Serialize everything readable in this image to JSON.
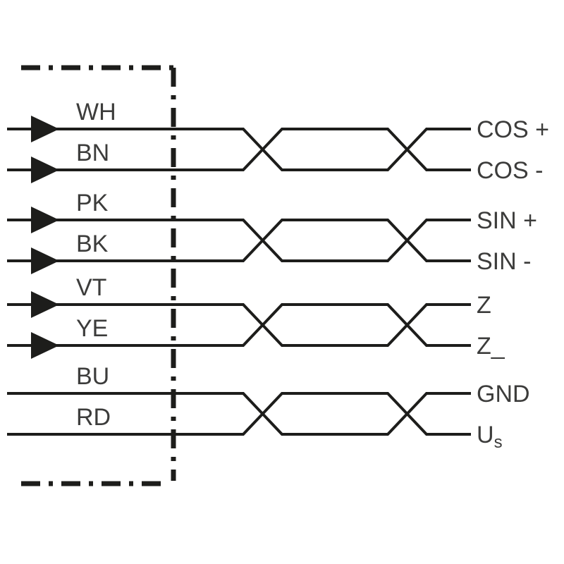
{
  "theme": {
    "line": "#1d1d1b",
    "text": "#3c3c3b",
    "bg": "#ffffff"
  },
  "diagram": {
    "name": "twisted-pair-cable-wiring-diagram"
  },
  "wires": [
    {
      "label": "WH",
      "has_arrow": true
    },
    {
      "label": "BN",
      "has_arrow": true
    },
    {
      "label": "PK",
      "has_arrow": true
    },
    {
      "label": "BK",
      "has_arrow": true
    },
    {
      "label": "VT",
      "has_arrow": true
    },
    {
      "label": "YE",
      "has_arrow": true
    },
    {
      "label": "BU",
      "has_arrow": false
    },
    {
      "label": "RD",
      "has_arrow": false
    }
  ],
  "signals": [
    {
      "text": "COS +"
    },
    {
      "text": "COS -"
    },
    {
      "text": "SIN +"
    },
    {
      "text": "SIN -"
    },
    {
      "text": "Z"
    },
    {
      "text": "Z_"
    },
    {
      "text": "GND"
    },
    {
      "text": "U",
      "sub": "s"
    }
  ]
}
